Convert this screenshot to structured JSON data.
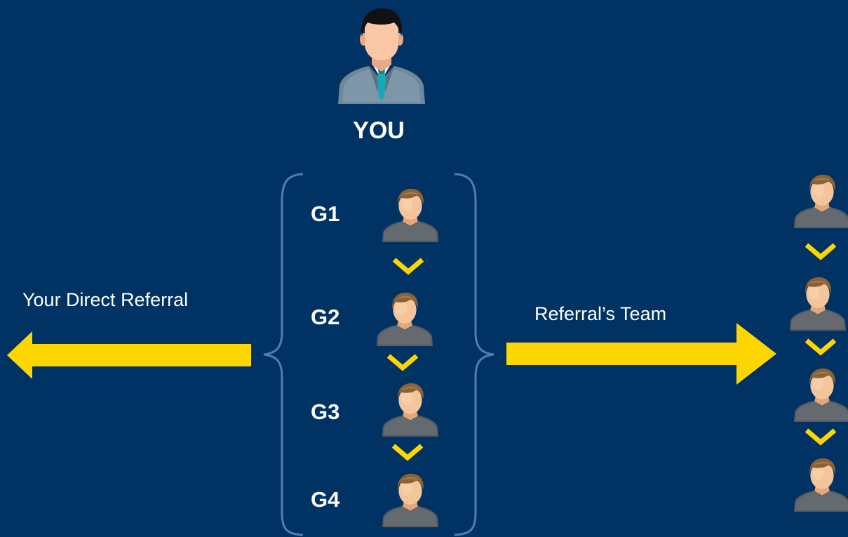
{
  "center": {
    "label": "YOU",
    "icon": "businessman-icon"
  },
  "generations": [
    {
      "label": "G1",
      "icon": "person-icon"
    },
    {
      "label": "G2",
      "icon": "person-icon"
    },
    {
      "label": "G3",
      "icon": "person-icon"
    },
    {
      "label": "G4",
      "icon": "person-icon"
    }
  ],
  "left": {
    "label": "Your Direct Referral",
    "arrow": "left-arrow-icon"
  },
  "right": {
    "label": "Referral’s Team",
    "arrow": "right-arrow-icon",
    "team_members": 4
  },
  "colors": {
    "background": "#003263",
    "accent": "#FDD600",
    "text": "#FFFFFF",
    "brace": "#4E7DB8"
  }
}
